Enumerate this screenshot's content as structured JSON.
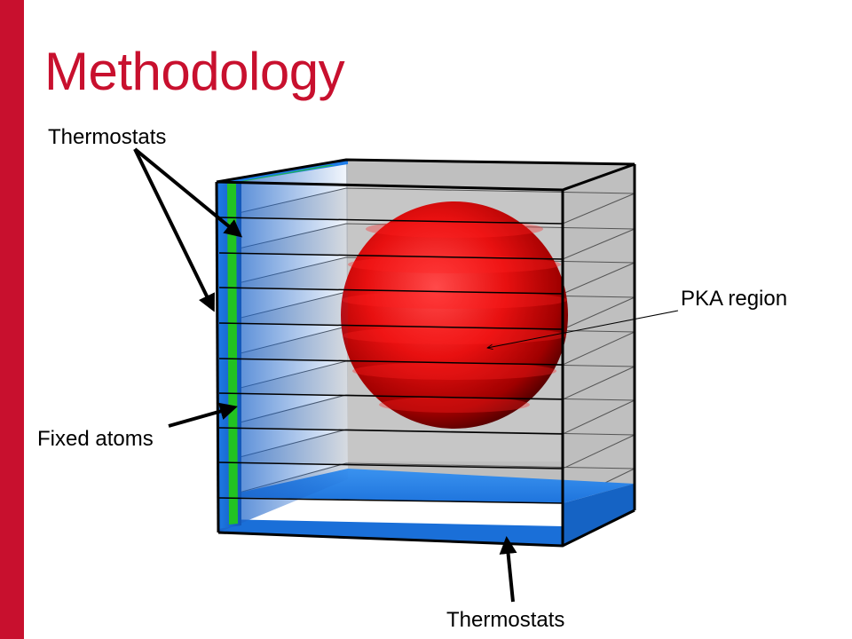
{
  "slide": {
    "title": "Methodology",
    "accent_color": "#C8102E"
  },
  "labels": {
    "thermostats_top": "Thermostats",
    "pka_region": "PKA region",
    "fixed_atoms": "Fixed atoms",
    "thermostats_bottom": "Thermostats"
  },
  "colors": {
    "thermostat_layer": "#1E7CE8",
    "fixed_atoms_layer": "#22C322",
    "pka_sphere": "#E01010",
    "box_plane": "#C9C9C9"
  }
}
